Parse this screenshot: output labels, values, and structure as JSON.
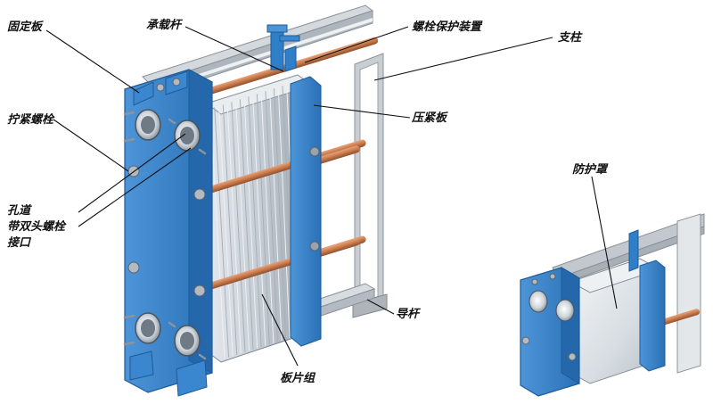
{
  "labels": {
    "fixed_plate": "固定板",
    "carrying_bar": "承载杆",
    "bolt_guard": "螺栓保护装置",
    "support_column": "支柱",
    "tightening_bolt": "拧紧螺栓",
    "pressure_plate": "压紧板",
    "port_line1": "孔道",
    "port_line2": "带双头螺栓",
    "port_line3": "接口",
    "shroud": "防护罩",
    "guide_bar": "导杆",
    "plate_pack": "板片组"
  },
  "colors": {
    "frame_blue": "#2f7fc8",
    "frame_dark": "#1f5f9c",
    "frame_light": "#5aa0dd",
    "plate_grey": "#c7ced6",
    "rod_copper": "#c8794a",
    "rail_grey": "#b9bec4",
    "shroud_silver": "#dfe4e8"
  }
}
